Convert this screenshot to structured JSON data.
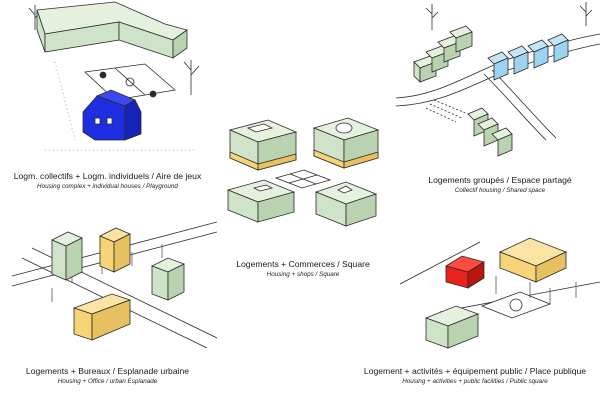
{
  "scenarios": [
    {
      "title": "Logm. collectifs + Logm. individuels / Aire de jeux",
      "subtitle": "Housing complex + individual houses / Playground"
    },
    {
      "title": "Logements + Commerces / Square",
      "subtitle": "Housing + shops / Square"
    },
    {
      "title": "Logements groupés / Espace partagé",
      "subtitle": "Collectif housing / Shared space"
    },
    {
      "title": "Logements + Bureaux / Esplanade urbaine",
      "subtitle": "Housing + Office / urban Esplanade"
    },
    {
      "title": "Logement + activités + équipement public / Place publique",
      "subtitle": "Housing + activities + public facilities / Public square"
    }
  ],
  "colors": {
    "housing": "#cfe3c8",
    "commerce_office_activity": "#f7d478",
    "individual_houses": "#1f2ee0",
    "grouped_houses_blue": "#9cd3f0",
    "public_facility": "#e8231d",
    "outline": "#2a2a2a"
  }
}
